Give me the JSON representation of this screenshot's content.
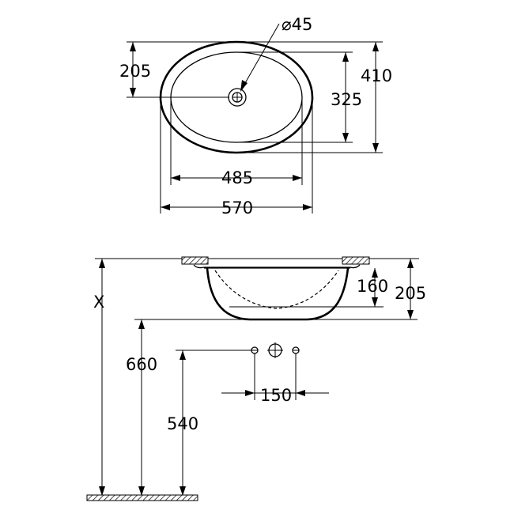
{
  "diagram": {
    "top_view": {
      "hole_diameter_label": "⌀45",
      "hole_offset_label": "205",
      "inner_depth_label": "325",
      "outer_depth_label": "410",
      "inner_width_label": "485",
      "outer_width_label": "570"
    },
    "side_view": {
      "height_variable_label": "X",
      "basin_inner_depth_label": "160",
      "basin_total_depth_label": "205",
      "underside_height_label": "660",
      "tap_height_label": "540",
      "tap_spacing_label": "150"
    }
  }
}
